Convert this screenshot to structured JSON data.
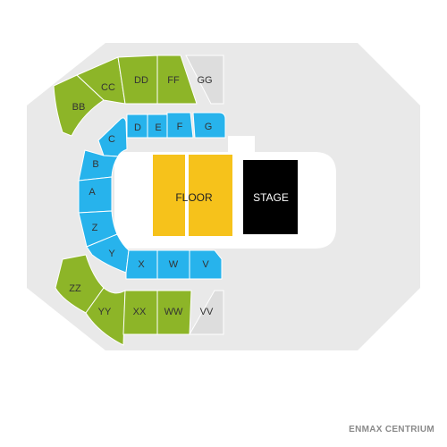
{
  "venue_name": "ENMAX CENTRIUM",
  "colors": {
    "arena_bg": "#e9e9e9",
    "floor_area": "#ffffff",
    "upper": "#8db528",
    "lower": "#27b3ec",
    "unavailable": "#dddddd",
    "floor": "#f6c21b",
    "stage": "#000000"
  },
  "floor": {
    "label": "FLOOR"
  },
  "stage": {
    "label": "STAGE"
  },
  "sections": {
    "BB": "BB",
    "CC": "CC",
    "DD": "DD",
    "FF": "FF",
    "GG": "GG",
    "C": "C",
    "D": "D",
    "E": "E",
    "F": "F",
    "G": "G",
    "B": "B",
    "A": "A",
    "Z": "Z",
    "Y": "Y",
    "X": "X",
    "W": "W",
    "V": "V",
    "ZZ": "ZZ",
    "YY": "YY",
    "XX": "XX",
    "WW": "WW",
    "VV": "VV"
  }
}
